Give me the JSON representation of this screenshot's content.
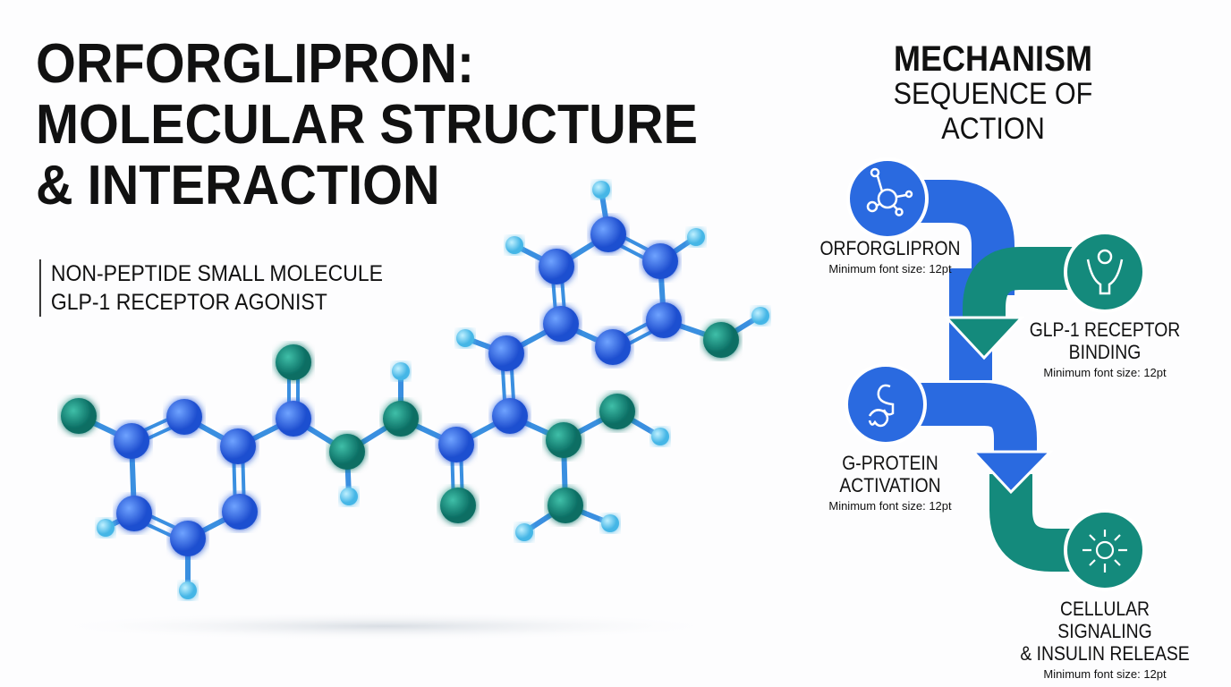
{
  "title": {
    "line1": "ORFORGLIPRON:",
    "line2": "MOLECULAR STRUCTURE",
    "line3": "& INTERACTION"
  },
  "subtitle": {
    "line1": "NON-PEPTIDE SMALL MOLECULE",
    "line2": "GLP-1 RECEPTOR AGONIST"
  },
  "mechanism": {
    "title": "MECHANISM",
    "subtitle": "SEQUENCE OF ACTION",
    "steps": [
      {
        "line1": "ORFORGLIPRON",
        "line2": "",
        "note": "Minimum font size: 12pt",
        "icon": "molecule-icon",
        "color": "#2a6ae0"
      },
      {
        "line1": "GLP-1 RECEPTOR",
        "line2": "BINDING",
        "note": "Minimum font size: 12pt",
        "icon": "receptor-icon",
        "color": "#148a7c"
      },
      {
        "line1": "G-PROTEIN",
        "line2": "ACTIVATION",
        "note": "Minimum font size: 12pt",
        "icon": "g-protein-icon",
        "color": "#2a6ae0"
      },
      {
        "line1": "CELLULAR SIGNALING",
        "line2": "& INSULIN RELEASE",
        "note": "Minimum font size: 12pt",
        "icon": "signal-radiate-icon",
        "color": "#148a7c"
      }
    ]
  },
  "colors": {
    "blue": "#2a6ae0",
    "teal": "#148a7c",
    "hydrogen": "#5ec8f0"
  }
}
